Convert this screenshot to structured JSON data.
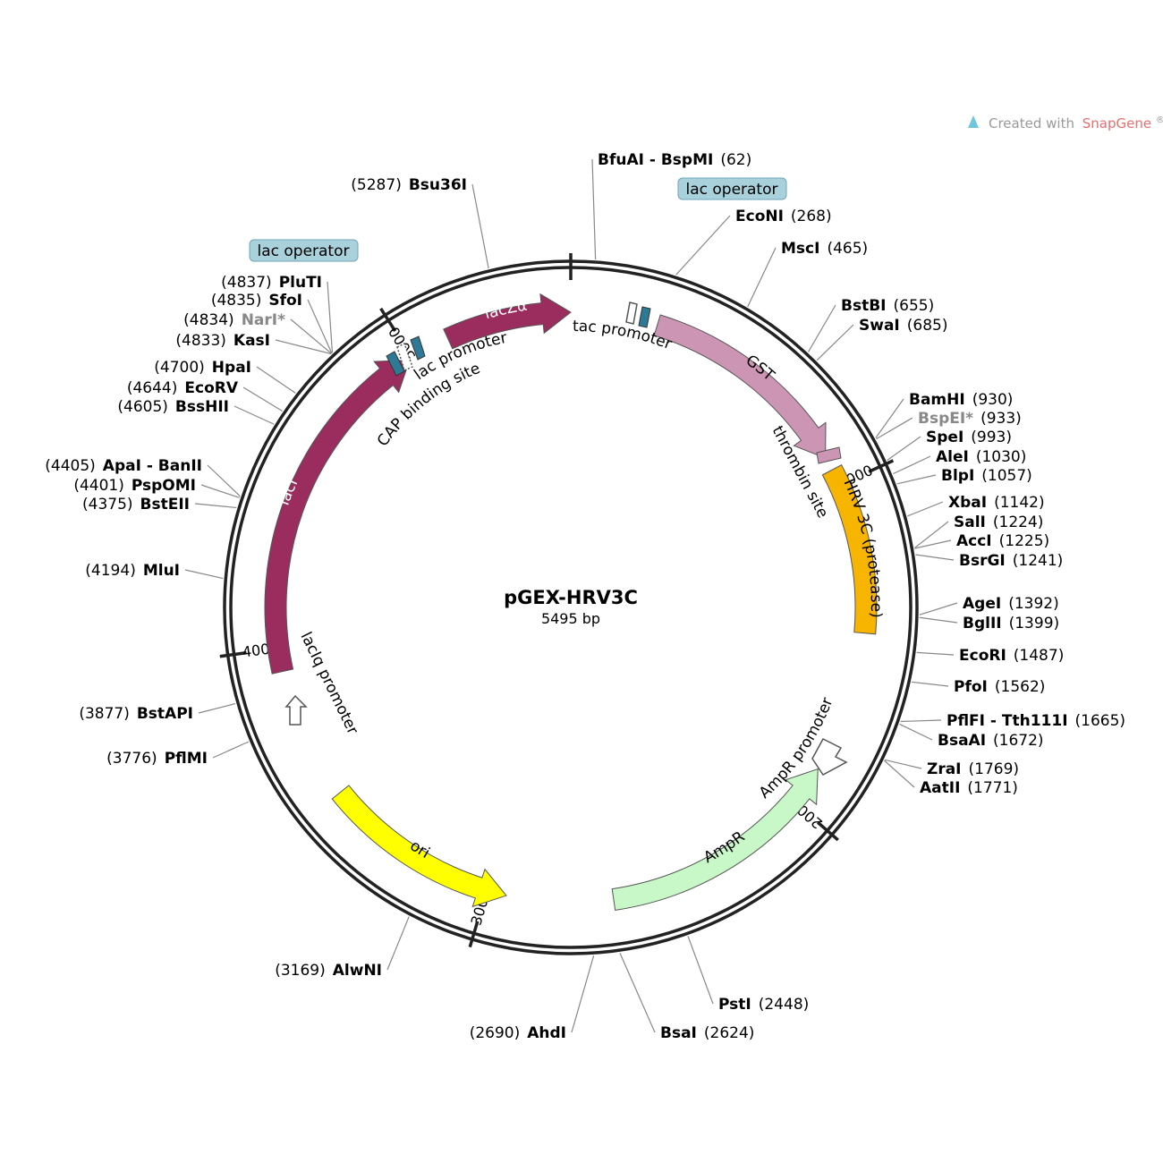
{
  "plasmid": {
    "name": "pGEX-HRV3C",
    "length_label": "5495 bp",
    "length": 5495
  },
  "branding": {
    "created_with": "Created with",
    "brand": "SnapGene",
    "mark": "®"
  },
  "colors": {
    "lacZa": "#9b2d5e",
    "lacI": "#9b2d5e",
    "GST": "#cc95b4",
    "HRV3C": "#f7b500",
    "AmpR": "#c8f7c8",
    "ori": "#ffff00",
    "operator": "#2e7a96",
    "operator_label_bg": "#a9d1dc",
    "grey_site": "#888888"
  },
  "ticks": [
    {
      "pos": 0,
      "label": ""
    },
    {
      "pos": 1000,
      "label": "1000"
    },
    {
      "pos": 2000,
      "label": "2000"
    },
    {
      "pos": 3000,
      "label": "3000"
    },
    {
      "pos": 4000,
      "label": "4000"
    },
    {
      "pos": 5000,
      "label": "5000"
    }
  ],
  "sites_right": [
    {
      "name": "BfuAI - BspMI",
      "pos_label": "(62)",
      "pos": 62
    },
    {
      "name": "EcoNI",
      "pos_label": "(268)",
      "pos": 268
    },
    {
      "name": "MscI",
      "pos_label": "(465)",
      "pos": 465
    },
    {
      "name": "BstBI",
      "pos_label": "(655)",
      "pos": 655
    },
    {
      "name": "SwaI",
      "pos_label": "(685)",
      "pos": 685
    },
    {
      "name": "BamHI",
      "pos_label": "(930)",
      "pos": 930
    },
    {
      "name": "BspEI*",
      "pos_label": "(933)",
      "pos": 933,
      "grey": true
    },
    {
      "name": "SpeI",
      "pos_label": "(993)",
      "pos": 993
    },
    {
      "name": "AleI",
      "pos_label": "(1030)",
      "pos": 1030
    },
    {
      "name": "BlpI",
      "pos_label": "(1057)",
      "pos": 1057
    },
    {
      "name": "XbaI",
      "pos_label": "(1142)",
      "pos": 1142
    },
    {
      "name": "SalI",
      "pos_label": "(1224)",
      "pos": 1224
    },
    {
      "name": "AccI",
      "pos_label": "(1225)",
      "pos": 1225
    },
    {
      "name": "BsrGI",
      "pos_label": "(1241)",
      "pos": 1241
    },
    {
      "name": "AgeI",
      "pos_label": "(1392)",
      "pos": 1392
    },
    {
      "name": "BglII",
      "pos_label": "(1399)",
      "pos": 1399
    },
    {
      "name": "EcoRI",
      "pos_label": "(1487)",
      "pos": 1487
    },
    {
      "name": "PfoI",
      "pos_label": "(1562)",
      "pos": 1562
    },
    {
      "name": "PflFI - Tth111I",
      "pos_label": "(1665)",
      "pos": 1665
    },
    {
      "name": "BsaAI",
      "pos_label": "(1672)",
      "pos": 1672
    },
    {
      "name": "ZraI",
      "pos_label": "(1769)",
      "pos": 1769
    },
    {
      "name": "AatII",
      "pos_label": "(1771)",
      "pos": 1771
    },
    {
      "name": "PstI",
      "pos_label": "(2448)",
      "pos": 2448
    },
    {
      "name": "BsaI",
      "pos_label": "(2624)",
      "pos": 2624
    }
  ],
  "sites_left": [
    {
      "name": "AhdI",
      "pos_label": "(2690)",
      "pos": 2690
    },
    {
      "name": "AlwNI",
      "pos_label": "(3169)",
      "pos": 3169
    },
    {
      "name": "PflMI",
      "pos_label": "(3776)",
      "pos": 3776
    },
    {
      "name": "BstAPI",
      "pos_label": "(3877)",
      "pos": 3877
    },
    {
      "name": "MluI",
      "pos_label": "(4194)",
      "pos": 4194
    },
    {
      "name": "BstEII",
      "pos_label": "(4375)",
      "pos": 4375
    },
    {
      "name": "PspOMI",
      "pos_label": "(4401)",
      "pos": 4401
    },
    {
      "name": "ApaI - BanII",
      "pos_label": "(4405)",
      "pos": 4405
    },
    {
      "name": "BssHII",
      "pos_label": "(4605)",
      "pos": 4605
    },
    {
      "name": "EcoRV",
      "pos_label": "(4644)",
      "pos": 4644
    },
    {
      "name": "HpaI",
      "pos_label": "(4700)",
      "pos": 4700
    },
    {
      "name": "KasI",
      "pos_label": "(4833)",
      "pos": 4833
    },
    {
      "name": "NarI*",
      "pos_label": "(4834)",
      "pos": 4834,
      "grey": true
    },
    {
      "name": "SfoI",
      "pos_label": "(4835)",
      "pos": 4835
    },
    {
      "name": "PluTI",
      "pos_label": "(4837)",
      "pos": 4837
    },
    {
      "name": "Bsu36I",
      "pos_label": "(5287)",
      "pos": 5287
    }
  ],
  "features": [
    {
      "name": "lacZα",
      "start": 5120,
      "end": 5495,
      "dir": 1,
      "type": "arrow"
    },
    {
      "name": "GST",
      "start": 260,
      "end": 910,
      "dir": 1,
      "type": "arrow"
    },
    {
      "name": "HRV 3C (protease)",
      "start": 950,
      "end": 1450,
      "dir": 0,
      "type": "box"
    },
    {
      "name": "AmpR",
      "start": 1880,
      "end": 2620,
      "dir": -1,
      "type": "arrow"
    },
    {
      "name": "ori",
      "start": 2940,
      "end": 3530,
      "dir": -1,
      "type": "arrow"
    },
    {
      "name": "lacI",
      "start": 3930,
      "end": 4990,
      "dir": 1,
      "type": "arrow"
    }
  ],
  "feature_labels": {
    "tac_promoter": "tac promoter",
    "thrombin_site": "thrombin site",
    "lac_promoter": "lac promoter",
    "cap_site": "CAP binding site",
    "laciq_promoter": "lacIq promoter",
    "ampr_promoter": "AmpR promoter",
    "lac_operator": "lac operator"
  }
}
